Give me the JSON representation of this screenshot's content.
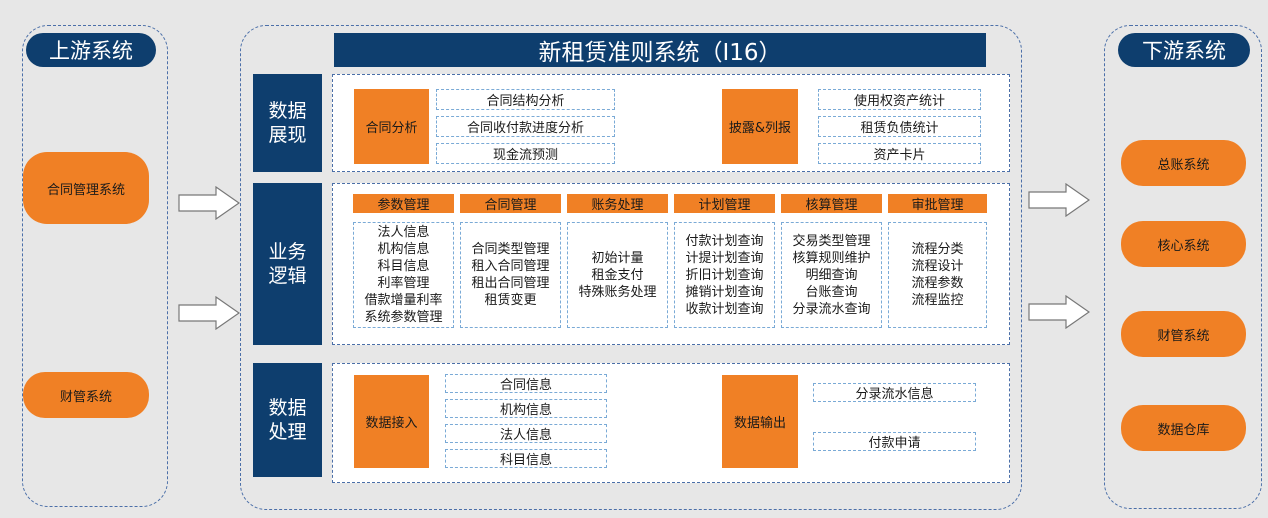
{
  "upstream": {
    "title": "上游系统",
    "systems": [
      "合同管理系统",
      "财管系统"
    ]
  },
  "main": {
    "title": "新租赁准则系统（I16）",
    "display": {
      "label": [
        "数据",
        "展现"
      ],
      "group1": {
        "name": "合同分析",
        "items": [
          "合同结构分析",
          "合同收付款进度分析",
          "现金流预测"
        ]
      },
      "group2": {
        "name": "披露&列报",
        "items": [
          "使用权资产统计",
          "租赁负债统计",
          "资产卡片"
        ]
      }
    },
    "logic": {
      "label": [
        "业务",
        "逻辑"
      ],
      "modules": [
        {
          "name": "参数管理",
          "items": [
            "法人信息",
            "机构信息",
            "科目信息",
            "利率管理",
            "借款增量利率",
            "系统参数管理"
          ]
        },
        {
          "name": "合同管理",
          "items": [
            "合同类型管理",
            "租入合同管理",
            "租出合同管理",
            "租赁变更"
          ]
        },
        {
          "name": "账务处理",
          "items": [
            "初始计量",
            "租金支付",
            "特殊账务处理"
          ]
        },
        {
          "name": "计划管理",
          "items": [
            "付款计划查询",
            "计提计划查询",
            "折旧计划查询",
            "摊销计划查询",
            "收款计划查询"
          ]
        },
        {
          "name": "核算管理",
          "items": [
            "交易类型管理",
            "核算规则维护",
            "明细查询",
            "台账查询",
            "分录流水查询"
          ]
        },
        {
          "name": "审批管理",
          "items": [
            "流程分类",
            "流程设计",
            "流程参数",
            "流程监控"
          ]
        }
      ]
    },
    "processing": {
      "label": [
        "数据",
        "处理"
      ],
      "input": {
        "name": "数据接入",
        "items": [
          "合同信息",
          "机构信息",
          "法人信息",
          "科目信息"
        ]
      },
      "output": {
        "name": "数据输出",
        "items": [
          "分录流水信息",
          "付款申请"
        ]
      }
    }
  },
  "downstream": {
    "title": "下游系统",
    "systems": [
      "总账系统",
      "核心系统",
      "财管系统",
      "数据仓库"
    ]
  },
  "colors": {
    "navy": "#0e3e6e",
    "orange": "#f08025",
    "dashed": "#4b6fa8"
  }
}
